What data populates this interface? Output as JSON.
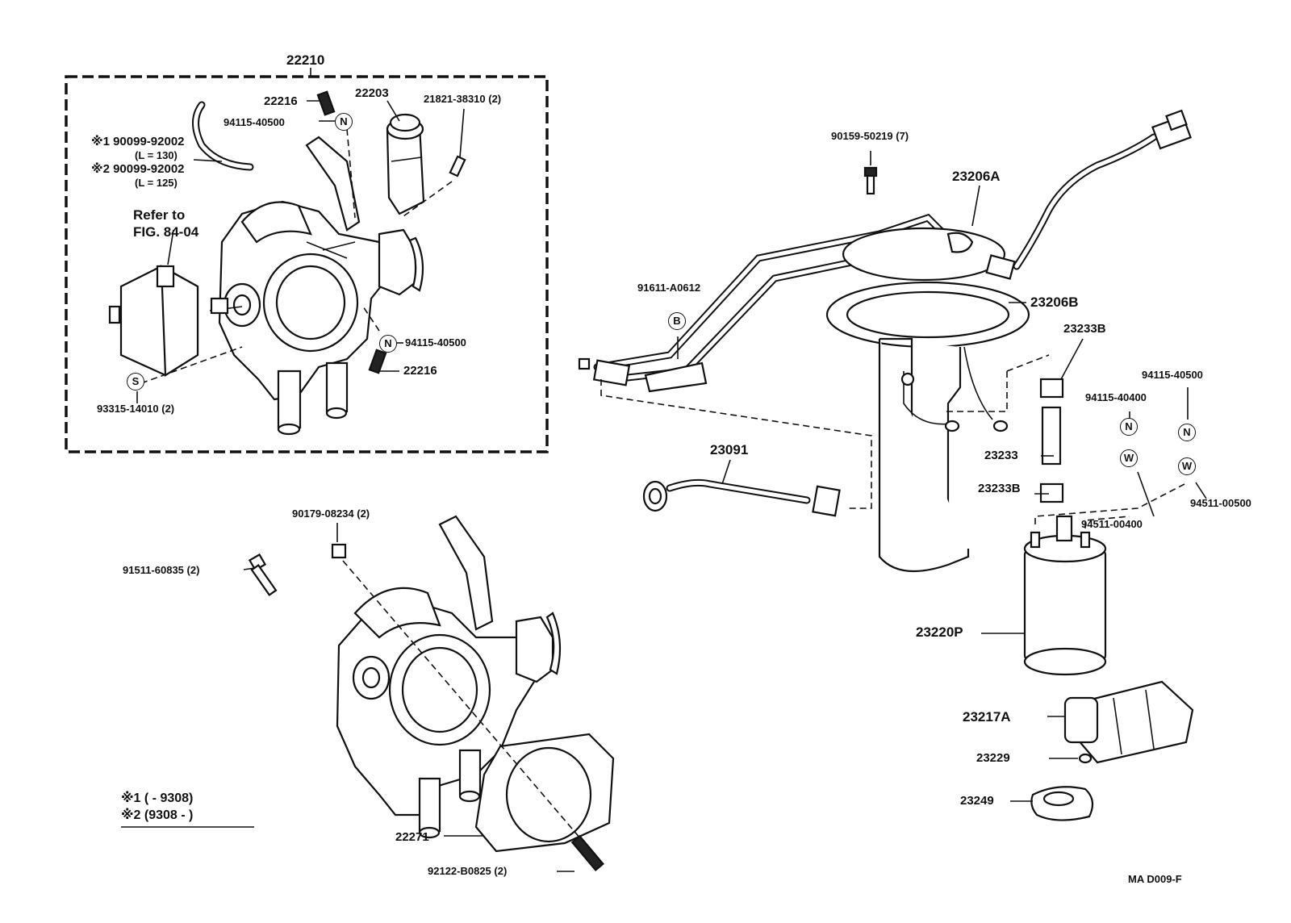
{
  "throttle_body_assembly": {
    "assembly_number": "22210",
    "parts": {
      "p22216_top": "22216",
      "p22203": "22203",
      "p21821": "21821-38310 (2)",
      "p94115_top": "94115-40500",
      "hose1": "※1 90099-92002",
      "hose1_len": "(L = 130)",
      "hose2": "※2 90099-92002",
      "hose2_len": "(L = 125)",
      "refer_line1": "Refer to",
      "refer_line2": "FIG. 84-04",
      "p94115_mid": "94115-40500",
      "p22216_mid": "22216",
      "p93315": "93315-14010 (2)"
    },
    "symbols": {
      "n1": "N",
      "n2": "N",
      "s": "S"
    }
  },
  "lower_throttle": {
    "p90179": "90179-08234 (2)",
    "p91511": "91511-60835 (2)",
    "p22271": "22271",
    "p92122": "92122-B0825 (2)"
  },
  "legend": {
    "line1": "※1 (      - 9308)",
    "line2": "※2 (9308 -       )"
  },
  "fuel_pump": {
    "p90159": "90159-50219 (7)",
    "p23206A": "23206A",
    "p91611": "91611-A0612",
    "sym_b": "B",
    "p23206B": "23206B",
    "p23233B_top": "23233B",
    "p94115_40500": "94115-40500",
    "p94115_40400": "94115-40400",
    "sym_n1": "N",
    "sym_n2": "N",
    "sym_w1": "W",
    "sym_w2": "W",
    "p23233": "23233",
    "p23091": "23091",
    "p23233B_bot": "23233B",
    "p94511_00500": "94511-00500",
    "p94511_00400": "94511-00400",
    "p23220P": "23220P",
    "p23217A": "23217A",
    "p23229": "23229",
    "p23249": "23249"
  },
  "figure_code": "MA D009-F"
}
